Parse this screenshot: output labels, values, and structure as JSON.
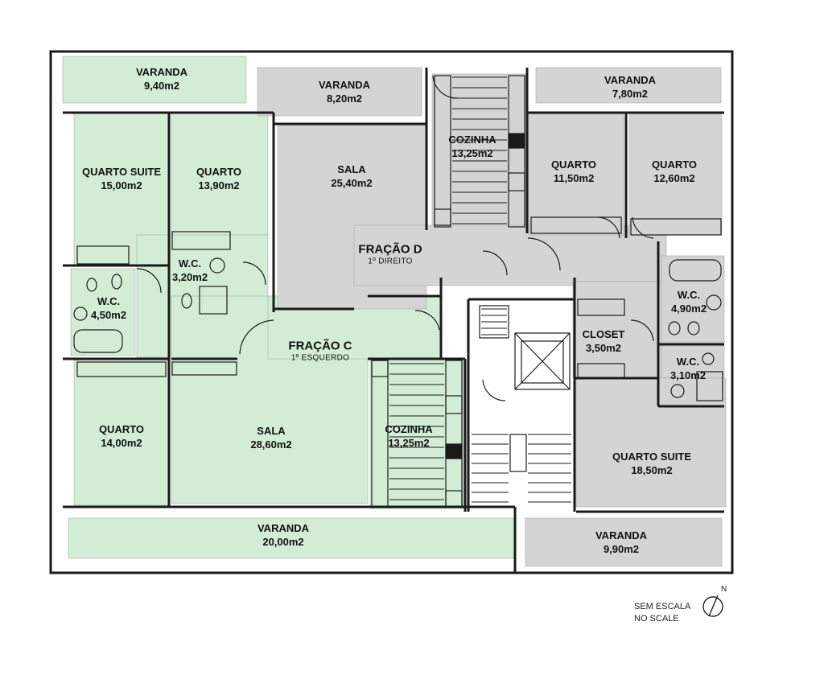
{
  "plan": {
    "colors": {
      "fracao_c": "#d3ecd5",
      "fracao_d": "#d4d4d4",
      "common": "#ffffff",
      "wall": "#1a1a1a"
    },
    "fracao_c": {
      "name": "FRAÇÃO C",
      "floor": "1º ESQUERDO"
    },
    "fracao_d": {
      "name": "FRAÇÃO D",
      "floor": "1º DIREITO"
    },
    "rooms": {
      "c_varanda_top": {
        "name": "VARANDA",
        "area": "9,40m2"
      },
      "c_quarto_suite": {
        "name": "QUARTO SUITE",
        "area": "15,00m2"
      },
      "c_quarto_top": {
        "name": "QUARTO",
        "area": "13,90m2"
      },
      "c_wc_small": {
        "name": "W.C.",
        "area": "3,20m2"
      },
      "c_wc": {
        "name": "W.C.",
        "area": "4,50m2"
      },
      "c_quarto_bottom": {
        "name": "QUARTO",
        "area": "14,00m2"
      },
      "c_sala": {
        "name": "SALA",
        "area": "28,60m2"
      },
      "c_cozinha": {
        "name": "COZINHA",
        "area": "13,25m2"
      },
      "c_varanda_bottom": {
        "name": "VARANDA",
        "area": "20,00m2"
      },
      "d_varanda_left": {
        "name": "VARANDA",
        "area": "8,20m2"
      },
      "d_varanda_right": {
        "name": "VARANDA",
        "area": "7,80m2"
      },
      "d_sala": {
        "name": "SALA",
        "area": "25,40m2"
      },
      "d_cozinha": {
        "name": "COZINHA",
        "area": "13,25m2"
      },
      "d_quarto_a": {
        "name": "QUARTO",
        "area": "11,50m2"
      },
      "d_quarto_b": {
        "name": "QUARTO",
        "area": "12,60m2"
      },
      "d_wc_a": {
        "name": "W.C.",
        "area": "4,90m2"
      },
      "d_closet": {
        "name": "CLOSET",
        "area": "3,50m2"
      },
      "d_wc_b": {
        "name": "W.C.",
        "area": "3,10m2"
      },
      "d_quarto_suite": {
        "name": "QUARTO SUITE",
        "area": "18,50m2"
      },
      "d_varanda_bottom": {
        "name": "VARANDA",
        "area": "9,90m2"
      }
    },
    "scale_note": {
      "line1": "SEM ESCALA",
      "line2": "NO SCALE"
    },
    "north_label": "N"
  }
}
